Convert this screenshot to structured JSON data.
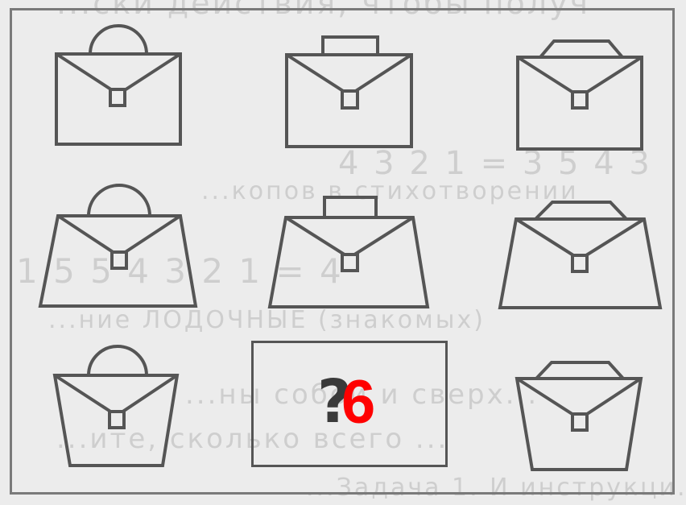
{
  "puzzle": {
    "question_mark": "?",
    "answer_overlay": "6",
    "rows": [
      {
        "body": "rectangle",
        "handles": [
          "semicircle",
          "rectangle",
          "trapezoid"
        ]
      },
      {
        "body": "trapezoid-wide-bottom",
        "handles": [
          "semicircle",
          "rectangle",
          "trapezoid"
        ]
      },
      {
        "body": "trapezoid-wide-top",
        "handles": [
          "semicircle",
          "missing",
          "trapezoid"
        ]
      }
    ]
  },
  "background_text": [
    "...ски действия, чтобы получ",
    "4  3  2  1  =  3  5  4  3",
    "...копов в стихотворении",
    "1  5  5  4  3  2  1  =  4",
    "...ние ЛОДОЧНЫЕ (знакомых)",
    "...ны собой и сверх...",
    "...ите, сколько всего ...",
    "...Задача 1. И инструкци..."
  ],
  "colors": {
    "stroke": "#555555",
    "overlay": "#ff0000",
    "background": "#ececec"
  }
}
